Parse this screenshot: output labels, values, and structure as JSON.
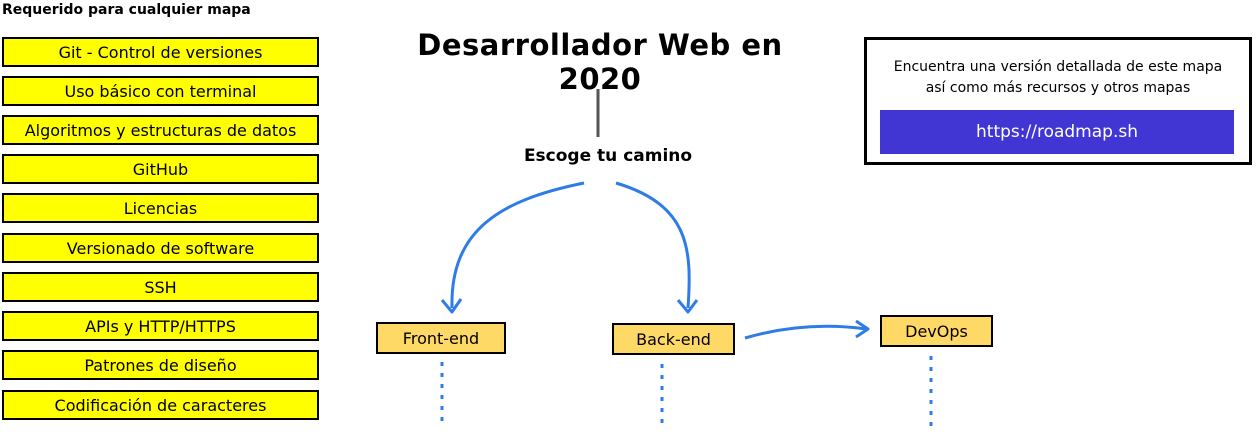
{
  "required_section": {
    "title": "Requerido para cualquier mapa",
    "items": [
      "Git - Control de versiones",
      "Uso básico con terminal",
      "Algoritmos y estructuras de datos",
      "GitHub",
      "Licencias",
      "Versionado de software",
      "SSH",
      "APIs y HTTP/HTTPS",
      "Patrones de diseño",
      "Codificación de caracteres"
    ]
  },
  "main": {
    "title": "Desarrollador Web en 2020",
    "subtitle": "Escoge tu camino"
  },
  "info_box": {
    "line1": "Encuentra una versión detallada de este mapa",
    "line2": "así como más recursos y otros mapas",
    "link": "https://roadmap.sh"
  },
  "paths": {
    "frontend": "Front-end",
    "backend": "Back-end",
    "devops": "DevOps"
  },
  "colors": {
    "required_box": "#ffff00",
    "path_node": "#ffd966",
    "arrow": "#2e7ce8",
    "link_button": "#4136d4"
  }
}
